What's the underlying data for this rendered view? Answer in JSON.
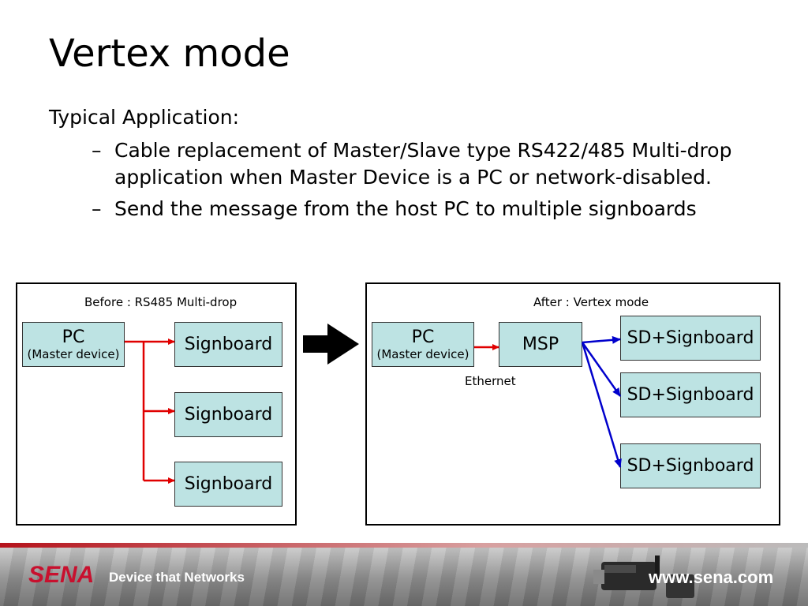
{
  "title": "Vertex mode",
  "subtitle": "Typical Application:",
  "bullets": [
    "Cable replacement of Master/Slave type RS422/485 Multi-drop application when Master Device is a PC or network-disabled.",
    "Send the message from the host PC to multiple signboards"
  ],
  "bullet_marker": "–",
  "before": {
    "label_bold": "Before",
    "label_rest": " : RS485 Multi-drop",
    "pc_main": "PC",
    "pc_sub": "(Master device)",
    "signboards": [
      "Signboard",
      "Signboard",
      "Signboard"
    ]
  },
  "after": {
    "label_bold": "After",
    "label_rest": " : Vertex mode",
    "pc_main": "PC",
    "pc_sub": "(Master device)",
    "msp": "MSP",
    "ethernet": "Ethernet",
    "sd_signboards": [
      "SD+Signboard",
      "SD+Signboard",
      "SD+Signboard"
    ]
  },
  "footer": {
    "brand": "SENA",
    "tagline": "Device that Networks",
    "url": "www.sena.com"
  },
  "colors": {
    "box_fill": "#bde3e3",
    "red_line": "#e00000",
    "blue_line": "#0000cc",
    "brand_red": "#c8102e"
  },
  "icons": {
    "transition_arrow": "right-arrow-icon"
  }
}
